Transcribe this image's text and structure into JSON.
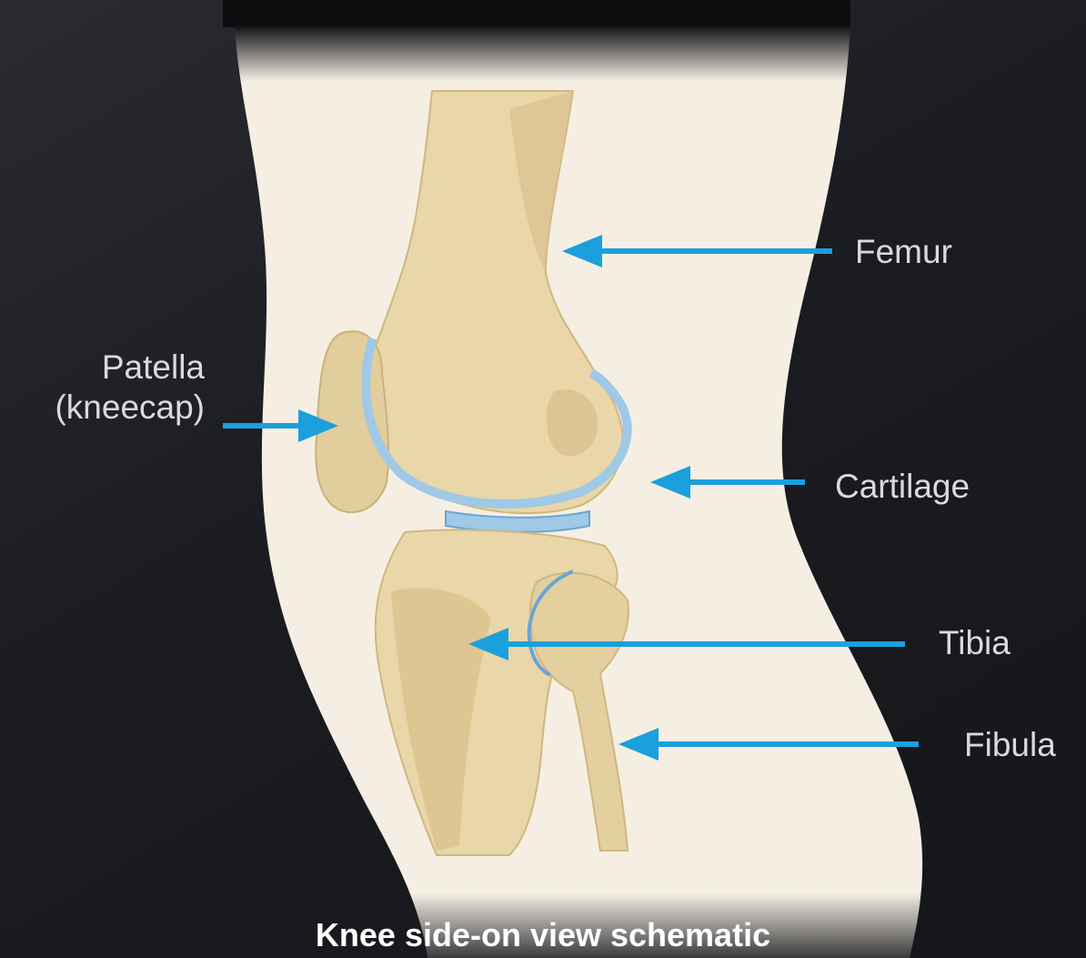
{
  "labels": {
    "patella_line1": "Patella",
    "patella_line2": "(kneecap)",
    "femur": "Femur",
    "cartilage": "Cartilage",
    "tibia": "Tibia",
    "fibula": "Fibula"
  },
  "caption": "Knee side-on view schematic",
  "colors": {
    "background": "#1c1d22",
    "panel": "#f5efe3",
    "bone": "#e9d6a9",
    "bone_shadow": "#d7bd88",
    "cartilage": "#9fc9e6",
    "cartilage_edge": "#6aa6d2",
    "arrow": "#1aa0dc",
    "label_text": "#d9dade",
    "caption_text": "#ffffff"
  }
}
